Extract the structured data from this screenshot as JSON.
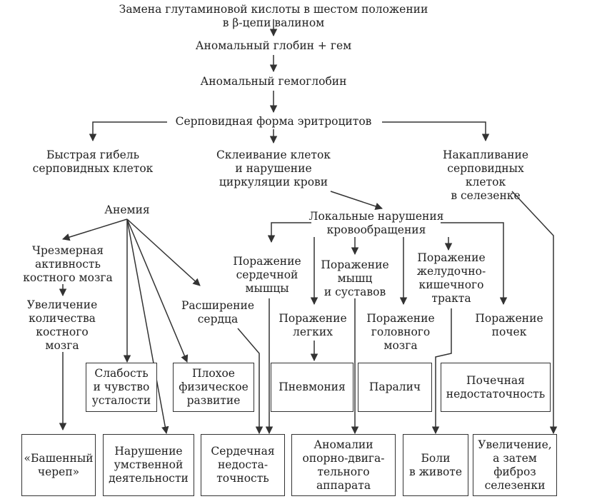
{
  "nodes": {
    "cause": "Замена глутаминовой  кислоты в шестом положении в β-цепи валином",
    "globin": "Аномальный глобин + гем",
    "hemoglobin": "Аномальный гемоглобин",
    "sickle": "Серповидная форма эритроцитов",
    "rapid_death": "Быстрая гибель\nсерповидных клеток",
    "adhesion": "Склеивание клеток\nи нарушение\nциркуляции крови",
    "accumulation": "Накапливание\nсерповидных клеток\nв селезенке",
    "anemia": "Анемия",
    "local_disorders": "Локальные нарушения\nкровообращения",
    "excess_marrow": "Чрезмерная\nактивность\nкостного мозга",
    "increase_marrow": "Увеличение\nколичества\nкостного\nмозга",
    "heart_enlargement": "Расширение\nсердца",
    "heart_muscle": "Поражение\nсердечной\nмышцы",
    "muscles_joints": "Поражение\nмышц\nи суставов",
    "gi_tract": "Поражение\nжелудочно-\nкишечного\nтракта",
    "lungs": "Поражение\nлегких",
    "brain": "Поражение\nголовного\nмозга",
    "kidneys": "Поражение\nпочек"
  },
  "boxes": {
    "weakness": "Слабость\nи чувство\nусталости",
    "poor_development": "Плохое\nфизическое\nразвитие",
    "pneumonia": "Пневмония",
    "paralysis": "Паралич",
    "renal_failure": "Почечная\nнедостаточность",
    "tower_skull": "«Башенный\nчереп»",
    "mental": "Нарушение\nумственной\nдеятельности",
    "heart_failure": "Сердечная\nнедоста-\nточность",
    "skeletal": "Аномалии\nопорно-двига-\nтельного\nаппарата",
    "abdominal_pain": "Боли\nв животе",
    "spleen_fibrosis": "Увеличение,\nа затем\nфиброз\nселезенки"
  }
}
